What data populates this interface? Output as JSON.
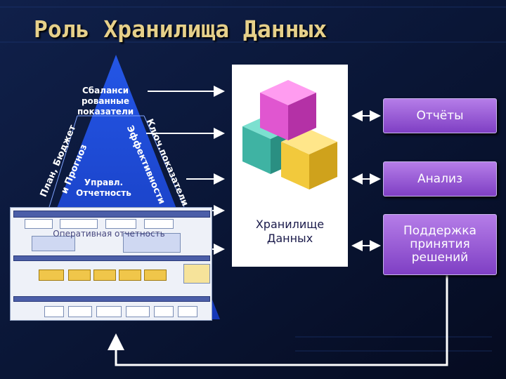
{
  "title": "Роль Хранилища Данных",
  "pyramid": {
    "top_label": "Сбаланси рованные показатели",
    "left_label_line1": "План, Бюджет",
    "left_label_line2": "и Прогноз",
    "right_label_line1": "Ключ.показатели",
    "right_label_line2": "Эффективности",
    "center_label": "Управл. Отчетность",
    "bottom_label": "Оперативная отчетность"
  },
  "warehouse": {
    "label": "Хранилище Данных"
  },
  "outputs": [
    {
      "label": "Отчёты"
    },
    {
      "label": "Анализ"
    },
    {
      "label": "Поддержка принятия решений"
    }
  ],
  "colors": {
    "background": "#0b1530",
    "pyramid": "#1a4bd0",
    "title": "#e6d08a",
    "purple_box": "#9a5cd8"
  }
}
